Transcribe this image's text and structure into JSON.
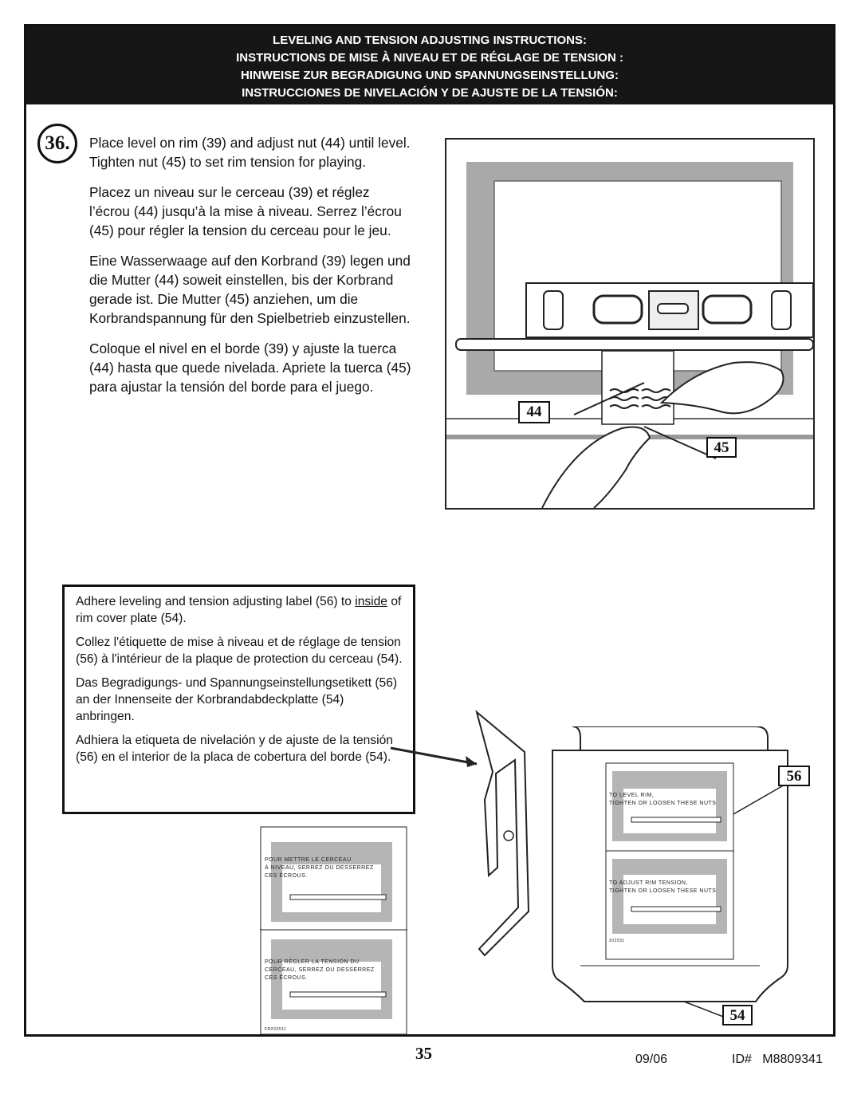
{
  "header": {
    "line_en": "LEVELING AND TENSION ADJUSTING INSTRUCTIONS:",
    "line_fr": "INSTRUCTIONS DE MISE À NIVEAU ET DE RÉGLAGE DE TENSION :",
    "line_de": "HINWEISE ZUR BEGRADIGUNG UND SPANNUNGSEINSTELLUNG:",
    "line_es": "INSTRUCCIONES DE NIVELACIÓN Y DE AJUSTE DE LA TENSIÓN:"
  },
  "step": {
    "number": "36.",
    "text_en": "Place level on rim (39) and adjust nut (44) until level. Tighten nut (45) to set rim tension for playing.",
    "text_fr": "Placez un niveau sur le cerceau (39) et réglez l’écrou (44) jusqu’à la mise à niveau. Serrez l’écrou (45) pour régler la tension du cerceau pour le jeu.",
    "text_de": "Eine Wasserwaage auf den Korbrand (39) legen und die Mutter (44) soweit einstellen, bis der Korbrand gerade ist. Die Mutter (45) anziehen, um die Korbrandspannung für den Spielbetrieb einzustellen.",
    "text_es": "Coloque el nivel en el borde (39) y ajuste la tuerca (44) hasta que quede nivelada. Apriete la tuerca (45) para ajustar la tensión del borde para el juego."
  },
  "callouts": {
    "nut_44": "44",
    "nut_45": "45",
    "label_56": "56",
    "plate_54": "54"
  },
  "note": {
    "en_before": "Adhere leveling and tension adjusting label (56) to ",
    "en_emph": "inside",
    "en_after": " of rim cover plate (54).",
    "fr": "Collez l'étiquette de mise à niveau et de réglage de tension (56) à l'intérieur de la plaque de protection du cerceau (54).",
    "de": "Das Begradigungs- und Spannungseinstellungsetikett (56) an der Innenseite der Korbrandabdeckplatte (54) anbringen.",
    "es": "Adhiera la etiqueta de nivelación y de ajuste de la tensión (56) en el interior de la placa de cobertura del borde (54)."
  },
  "label_en": {
    "top_line1": "TO LEVEL RIM,",
    "top_line2": "TIGHTEN OR LOOSEN THESE NUTS",
    "bottom_line1": "TO ADJUST RIM TENSION,",
    "bottom_line2": "TIGHTEN OR LOOSEN THESE NUTS",
    "code": "202531"
  },
  "label_fr": {
    "top_line1": "POUR METTRE LE CERCEAU",
    "top_line2": "À NIVEAU, SERREZ OU DESSERREZ",
    "top_line3": "CES ÉCROUS.",
    "bottom_line1": "POUR RÉGLER LA TENSION DU",
    "bottom_line2": "CERCEAU, SERREZ OU DESSERREZ",
    "bottom_line3": "CES ÉCROUS.",
    "code": "FR202531"
  },
  "footer": {
    "page": "35",
    "date": "09/06",
    "id": "ID#   M8809341"
  }
}
